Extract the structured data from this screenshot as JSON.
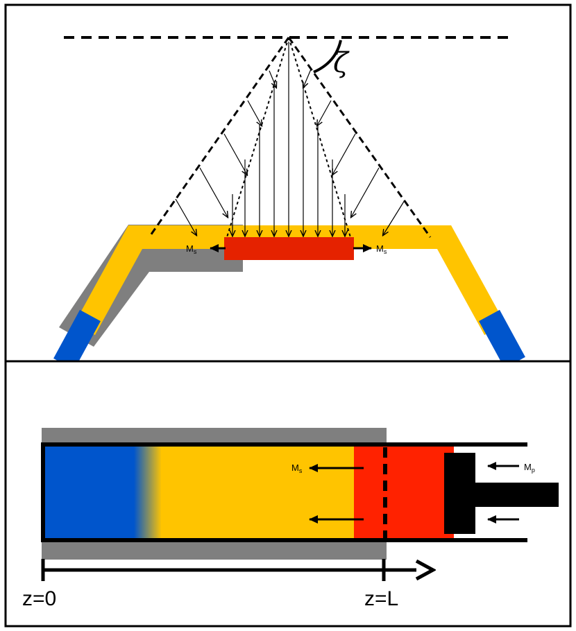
{
  "labels": {
    "zeta": "ζ",
    "moment_symbol": "M",
    "moment_sub_s": "s",
    "moment_sub_p": "p",
    "z_start": "z=0",
    "z_end": "z=L"
  },
  "colors": {
    "frame": "#000000",
    "fiber": "#ffc400",
    "magnetized_segment": "#e52200",
    "piston_region": "#ff2200",
    "fixed_end": "#0055cc",
    "substrate": "#7f7f7f"
  },
  "top_panel": {
    "field_cone_arrows": 19,
    "outer_dashed_ray_style": "dashed",
    "inner_dotted_ray_style": "dotted"
  }
}
